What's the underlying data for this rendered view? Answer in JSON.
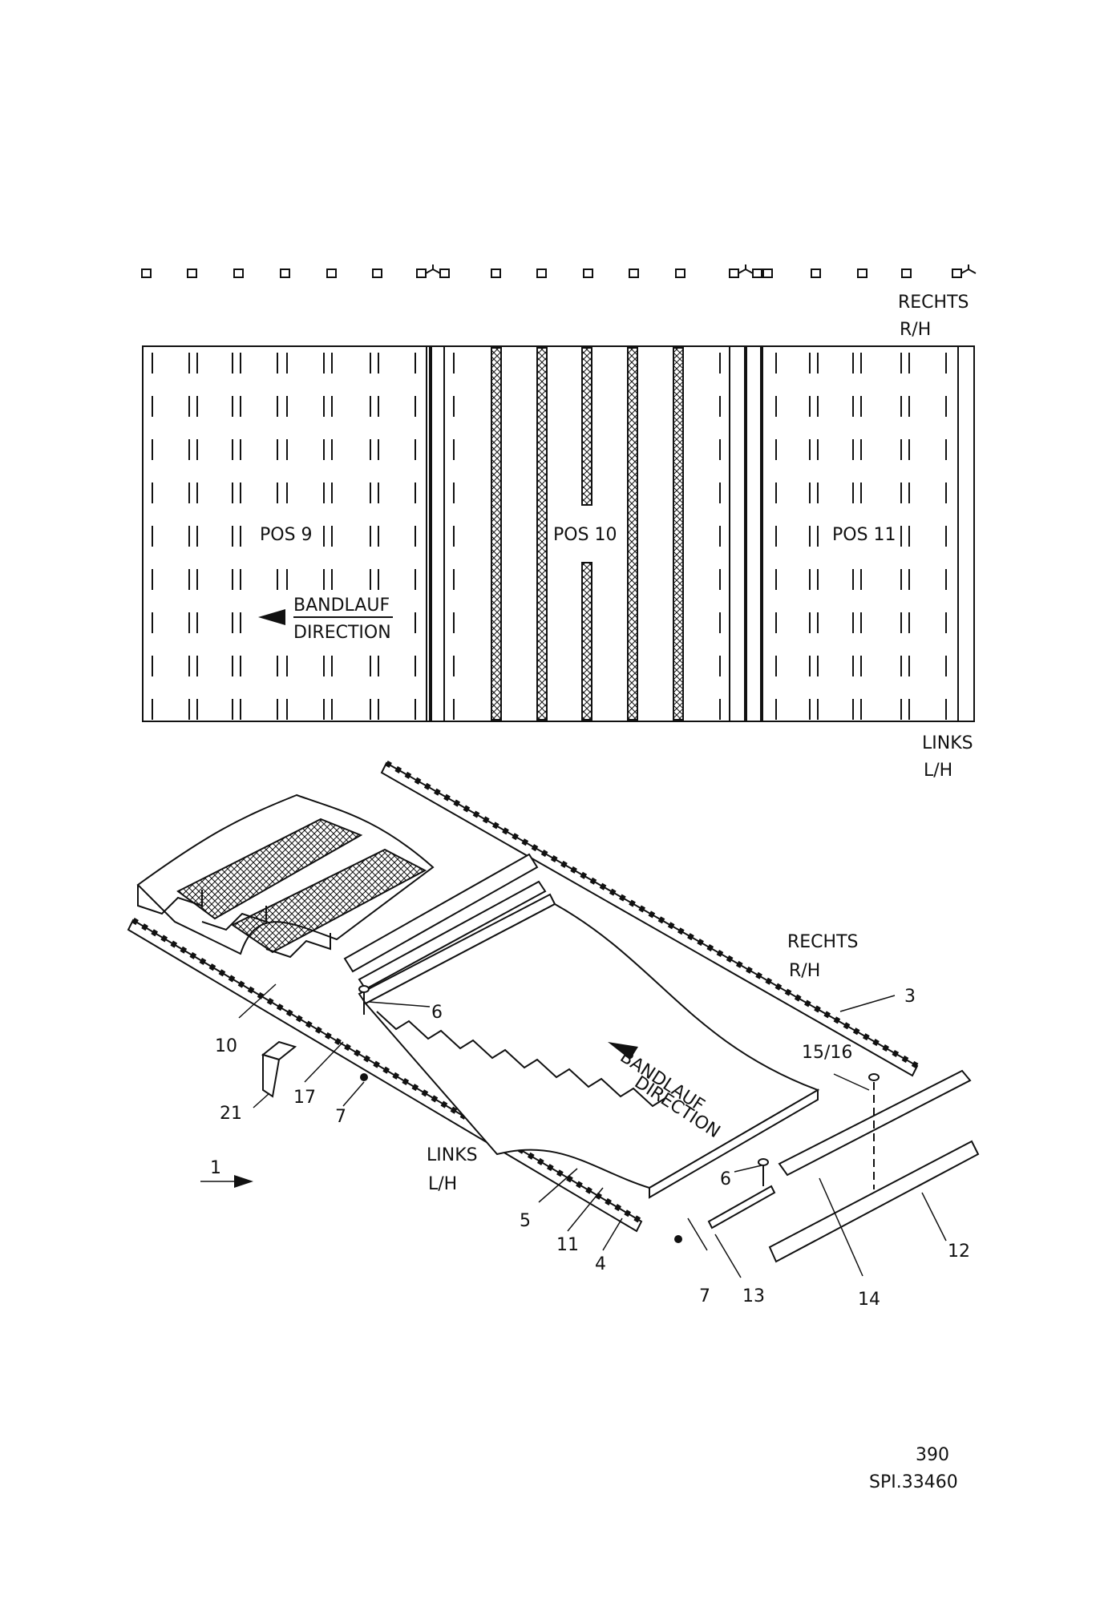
{
  "top_view": {
    "right_label": "RECHTS",
    "right_label_short": "R/H",
    "left_label": "LINKS",
    "left_label_short": "L/H",
    "pos9_label": "POS 9",
    "pos10_label": "POS 10",
    "pos11_label": "POS 11",
    "direction_de": "BANDLAUF",
    "direction_en": "DIRECTION"
  },
  "iso_view": {
    "right_label": "RECHTS",
    "right_label_short": "R/H",
    "left_label": "LINKS",
    "left_label_short": "L/H",
    "direction_de": "BANDLAUF",
    "direction_en": "DIRECTION",
    "callouts": {
      "c1": "1",
      "c3": "3",
      "c4": "4",
      "c5": "5",
      "c6a": "6",
      "c6b": "6",
      "c7a": "7",
      "c7b": "7",
      "c10": "10",
      "c11": "11",
      "c12": "12",
      "c13": "13",
      "c14": "14",
      "c15_16": "15/16",
      "c17": "17",
      "c21": "21"
    }
  },
  "footer": {
    "page_number": "390",
    "drawing_ref": "SPI.33460"
  }
}
